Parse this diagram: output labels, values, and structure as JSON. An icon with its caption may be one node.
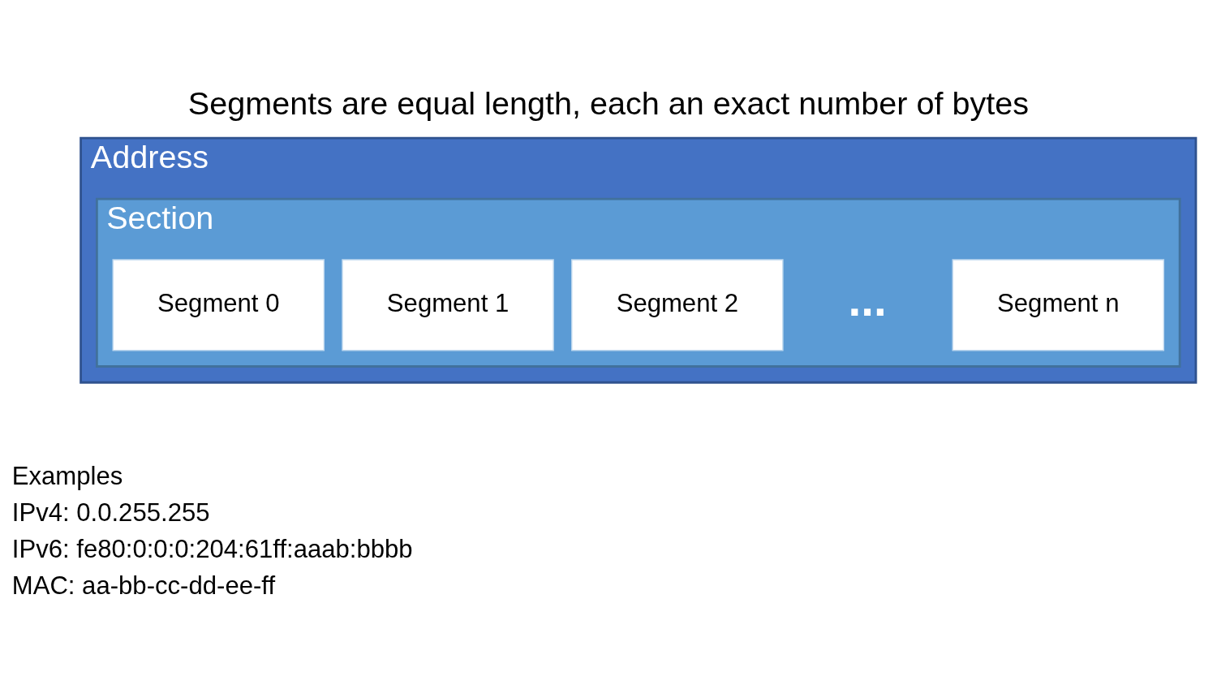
{
  "diagram": {
    "title": "Segments are equal length, each an exact number of bytes",
    "nodes": [
      {
        "text": [
          "Address"
        ]
      },
      {
        "text": [
          "Section"
        ],
        "in": 0
      },
      {
        "text": [
          "Segment 0"
        ],
        "in": 1
      },
      {
        "text": [
          "Segment 1"
        ],
        "in": 1
      },
      {
        "text": [
          "Segment 2"
        ],
        "in": 1
      },
      {
        "text": [
          "Segment n"
        ],
        "in": 1
      }
    ],
    "labels": [
      "...",
      "Examples",
      "IPv4: 0.0.255.255",
      "IPv6: fe80:0:0:0:204:61ff:aaab:bbbb",
      "MAC: aa-bb-cc-dd-ee-ff"
    ]
  }
}
